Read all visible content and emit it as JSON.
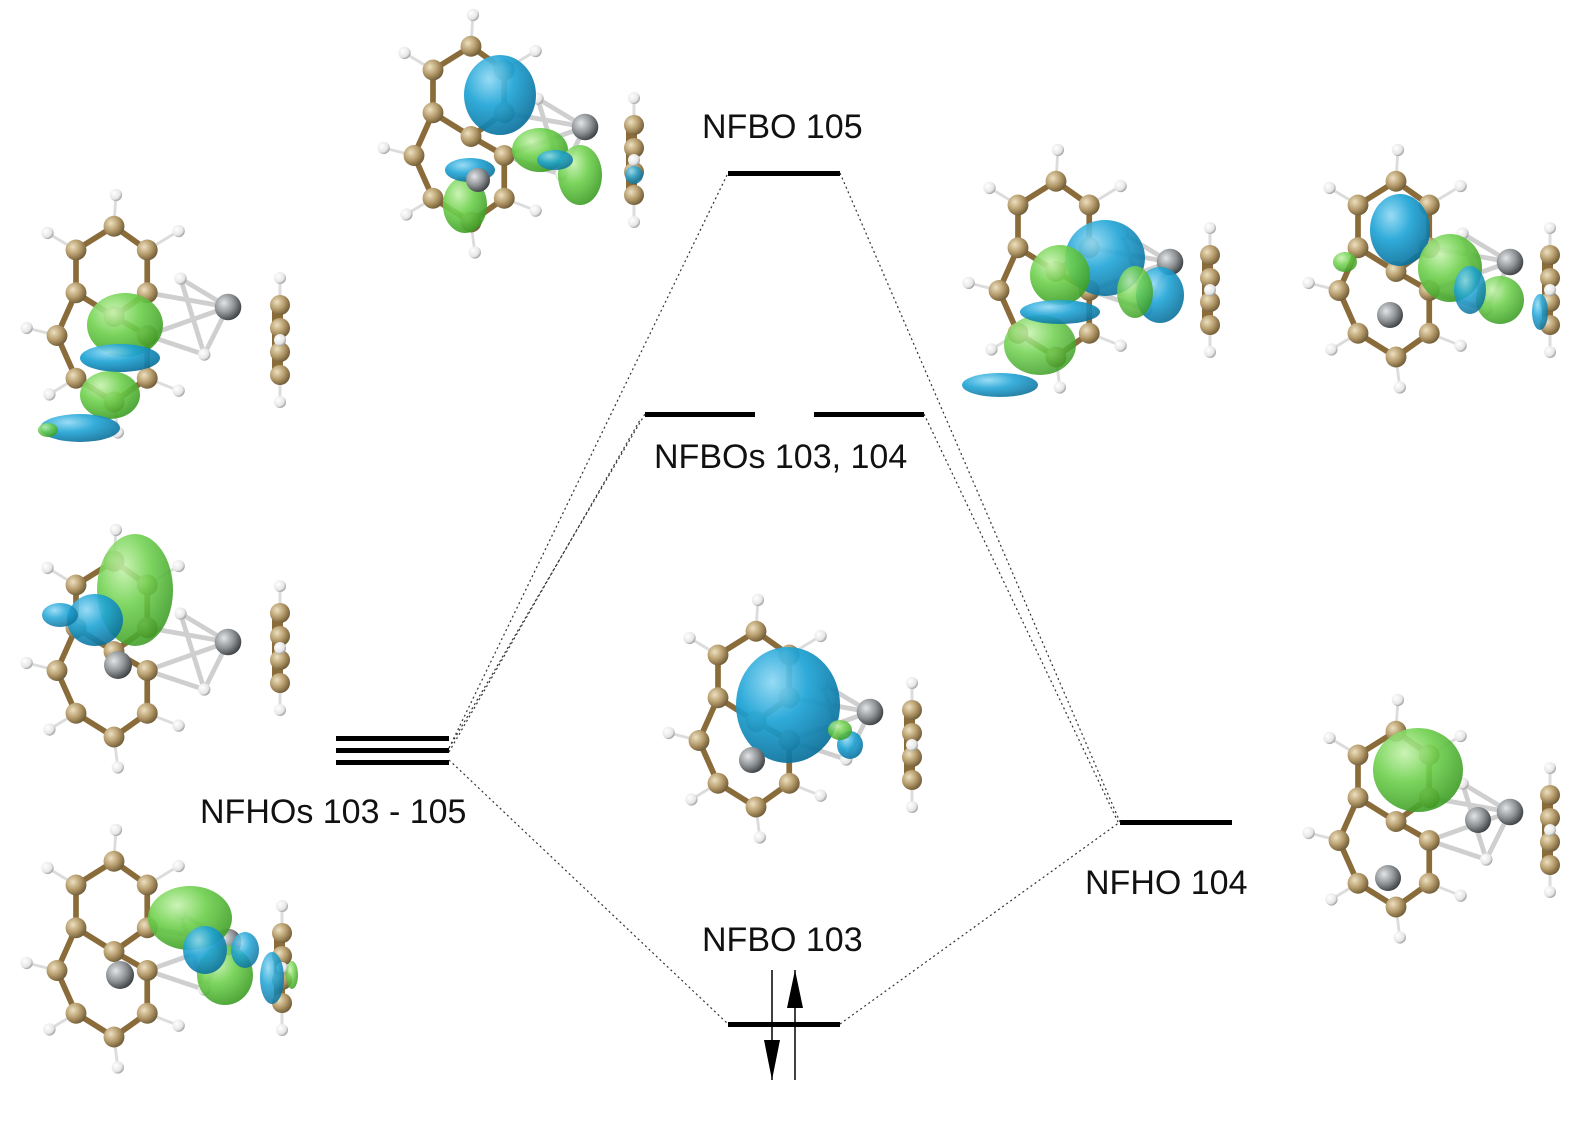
{
  "labels": {
    "nfbo105": "NFBO 105",
    "nfbos103_104": "NFBOs 103, 104",
    "nfbo103": "NFBO 103",
    "nfhos103_105": "NFHOs 103 - 105",
    "nfho104": "NFHO 104"
  },
  "colors": {
    "carbon": "#b49a6a",
    "carbon_light": "#d8c49a",
    "hydrogen": "#f4f4f4",
    "metal": "#8e9295",
    "lobe_blue": "#1fa4d6",
    "lobe_green": "#6fd14e",
    "bond_light": "#dcdcdc",
    "level": "#000000"
  }
}
